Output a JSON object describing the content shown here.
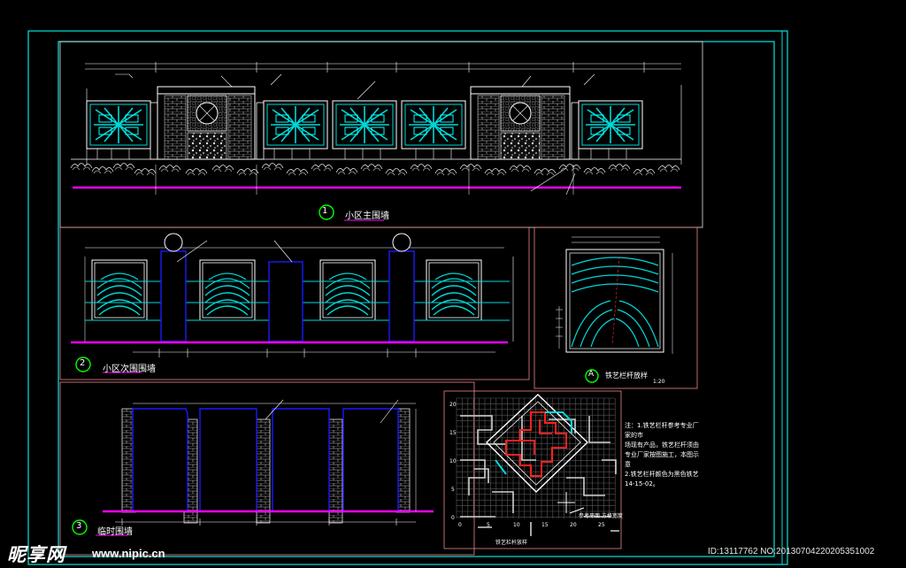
{
  "sheet": {
    "view1": {
      "number": "1",
      "title": "小区主围墙"
    },
    "view2": {
      "number": "2",
      "title": "小区次围围墙"
    },
    "view3": {
      "number": "3",
      "title": "临时围墙"
    },
    "detailA": {
      "letter": "A",
      "title": "铁艺栏杆放样",
      "scale": "1:20"
    }
  },
  "notes": {
    "line1": "注：1.铁艺栏杆参考专业厂家的市",
    "line2": "场现有产品，铁艺栏杆须由",
    "line3": "专业厂家按图施工，本图示意",
    "line4": "2.铁艺栏杆颜色为黑色铁艺",
    "line5": "14-15-02。"
  },
  "grid": {
    "ylabels": [
      "20",
      "15",
      "10",
      "5",
      "0"
    ],
    "xlabels": [
      "0",
      "5",
      "10",
      "15",
      "20",
      "25"
    ],
    "caption": "铁艺栏杆放样",
    "side_note": "参考平面 方格宽度"
  },
  "watermark": {
    "brand": "昵享网",
    "url": "www.nipic.cn",
    "id": "ID:13117762 NO:20130704220205351002"
  },
  "colors": {
    "frame": "#00e5e5",
    "cyan": "#00d8d8",
    "magenta": "#ff00ff",
    "green": "#00ff00",
    "blue": "#1a1aff",
    "red": "#ff2020",
    "pink": "#e88"
  }
}
